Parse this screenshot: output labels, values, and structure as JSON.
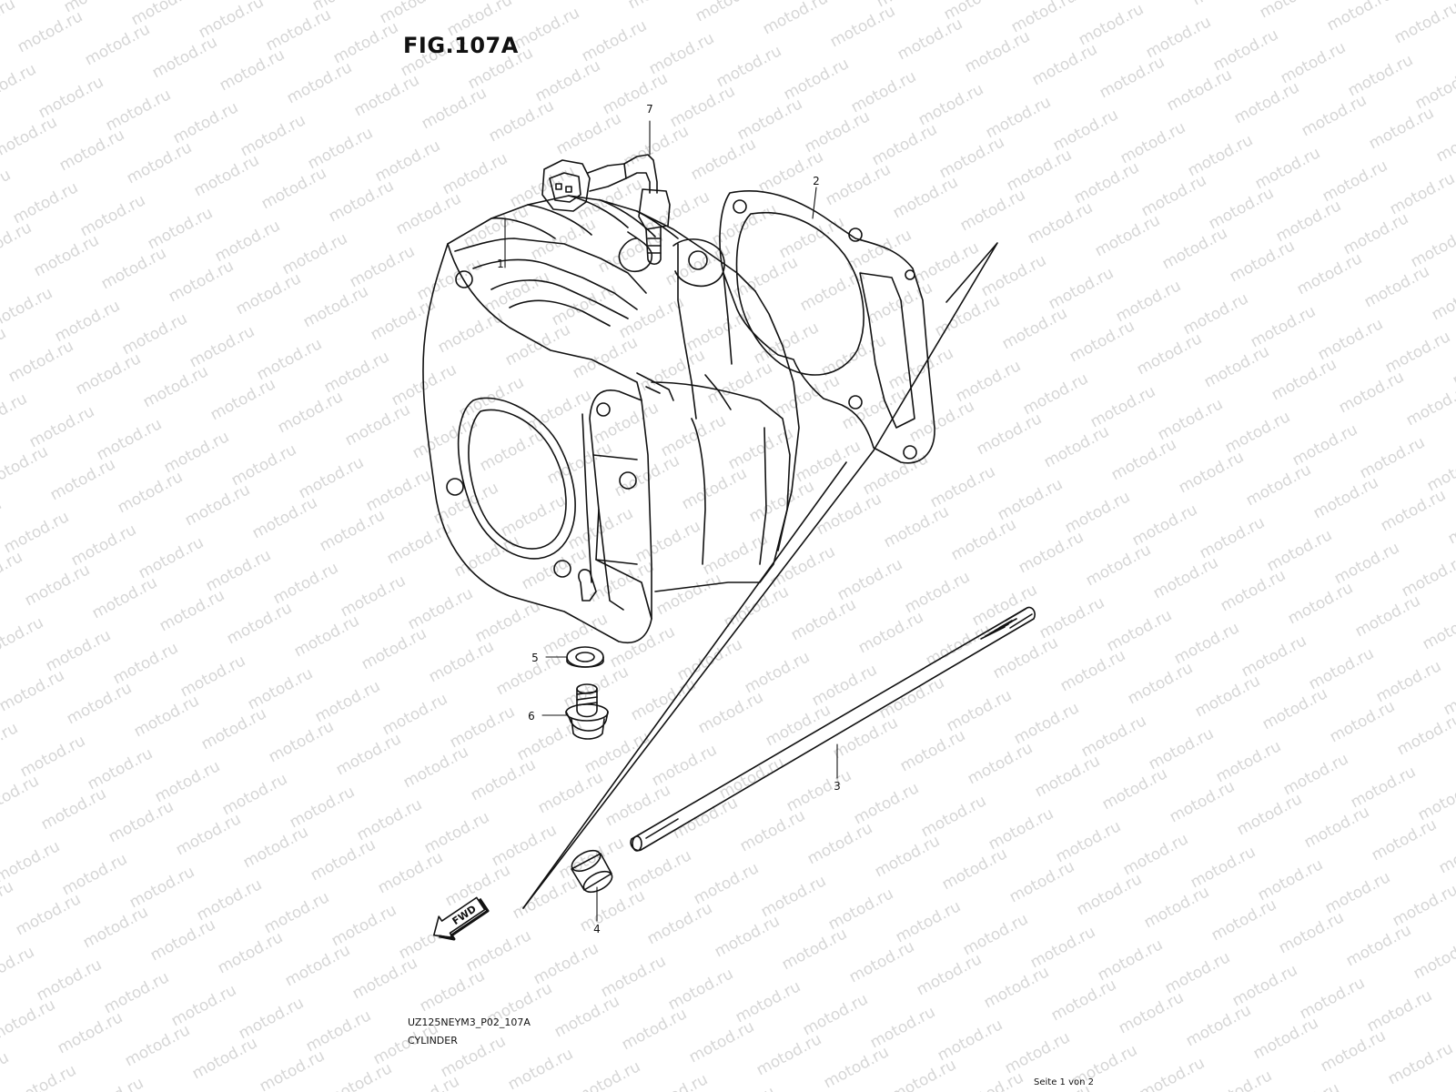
{
  "figure": {
    "title": "FIG.107A",
    "code": "UZ125NEYM3_P02_107A",
    "caption": "CYLINDER",
    "page_note": "Seite 1 von 2",
    "fwd_label": "FWD"
  },
  "watermark": {
    "text": "motod.ru",
    "color": "#d6d6d6"
  },
  "callouts": [
    "1",
    "2",
    "3",
    "4",
    "5",
    "6",
    "7"
  ],
  "colors": {
    "line": "#111111",
    "background": "#ffffff"
  }
}
